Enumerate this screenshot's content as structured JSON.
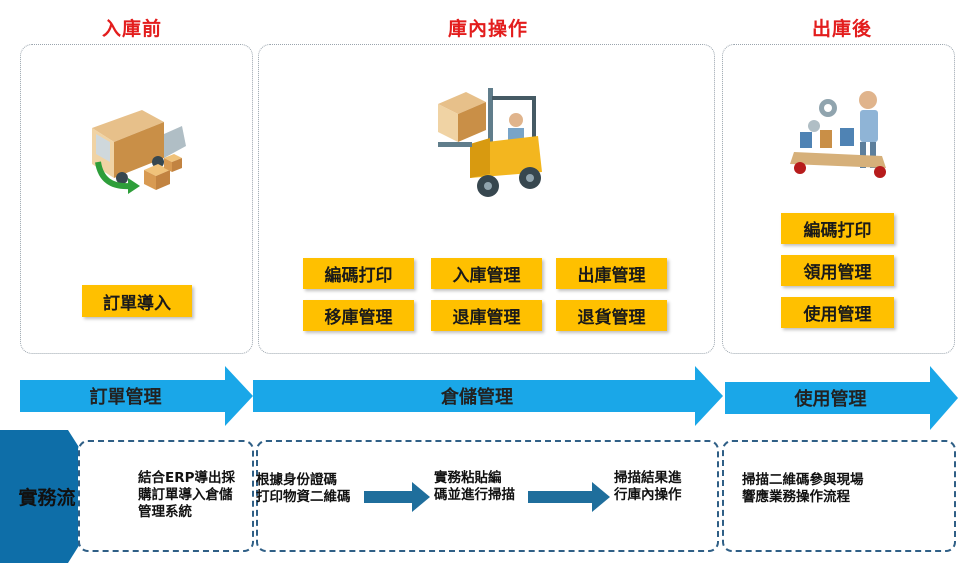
{
  "stages": {
    "before": "入庫前",
    "during": "庫內操作",
    "after": "出庫後"
  },
  "before_items": [
    "訂單導入"
  ],
  "during_items": [
    "編碼打印",
    "入庫管理",
    "出庫管理",
    "移庫管理",
    "退庫管理",
    "退貨管理"
  ],
  "after_items": [
    "編碼打印",
    "領用管理",
    "使用管理"
  ],
  "bands": {
    "order": "訂單管理",
    "warehouse": "倉儲管理",
    "usage": "使用管理"
  },
  "flow": {
    "label": "實務流",
    "step1": [
      "結合ERP導出採",
      "購訂單導入倉儲",
      "管理系統"
    ],
    "step2": [
      "根據身份證碼",
      "打印物資二維碼"
    ],
    "step3": [
      "實務粘貼編",
      "碼並進行掃描"
    ],
    "step4": [
      "掃描結果進",
      "行庫內操作"
    ],
    "step5": [
      "掃描二維碼參與現場",
      "響應業務操作流程"
    ]
  },
  "colors": {
    "stage_title": "#e31d1d",
    "chip": "#ffc000",
    "band": "#1aa7e8",
    "flow_tab": "#0e6ea8",
    "flow_arrow": "#1f6e9c"
  }
}
